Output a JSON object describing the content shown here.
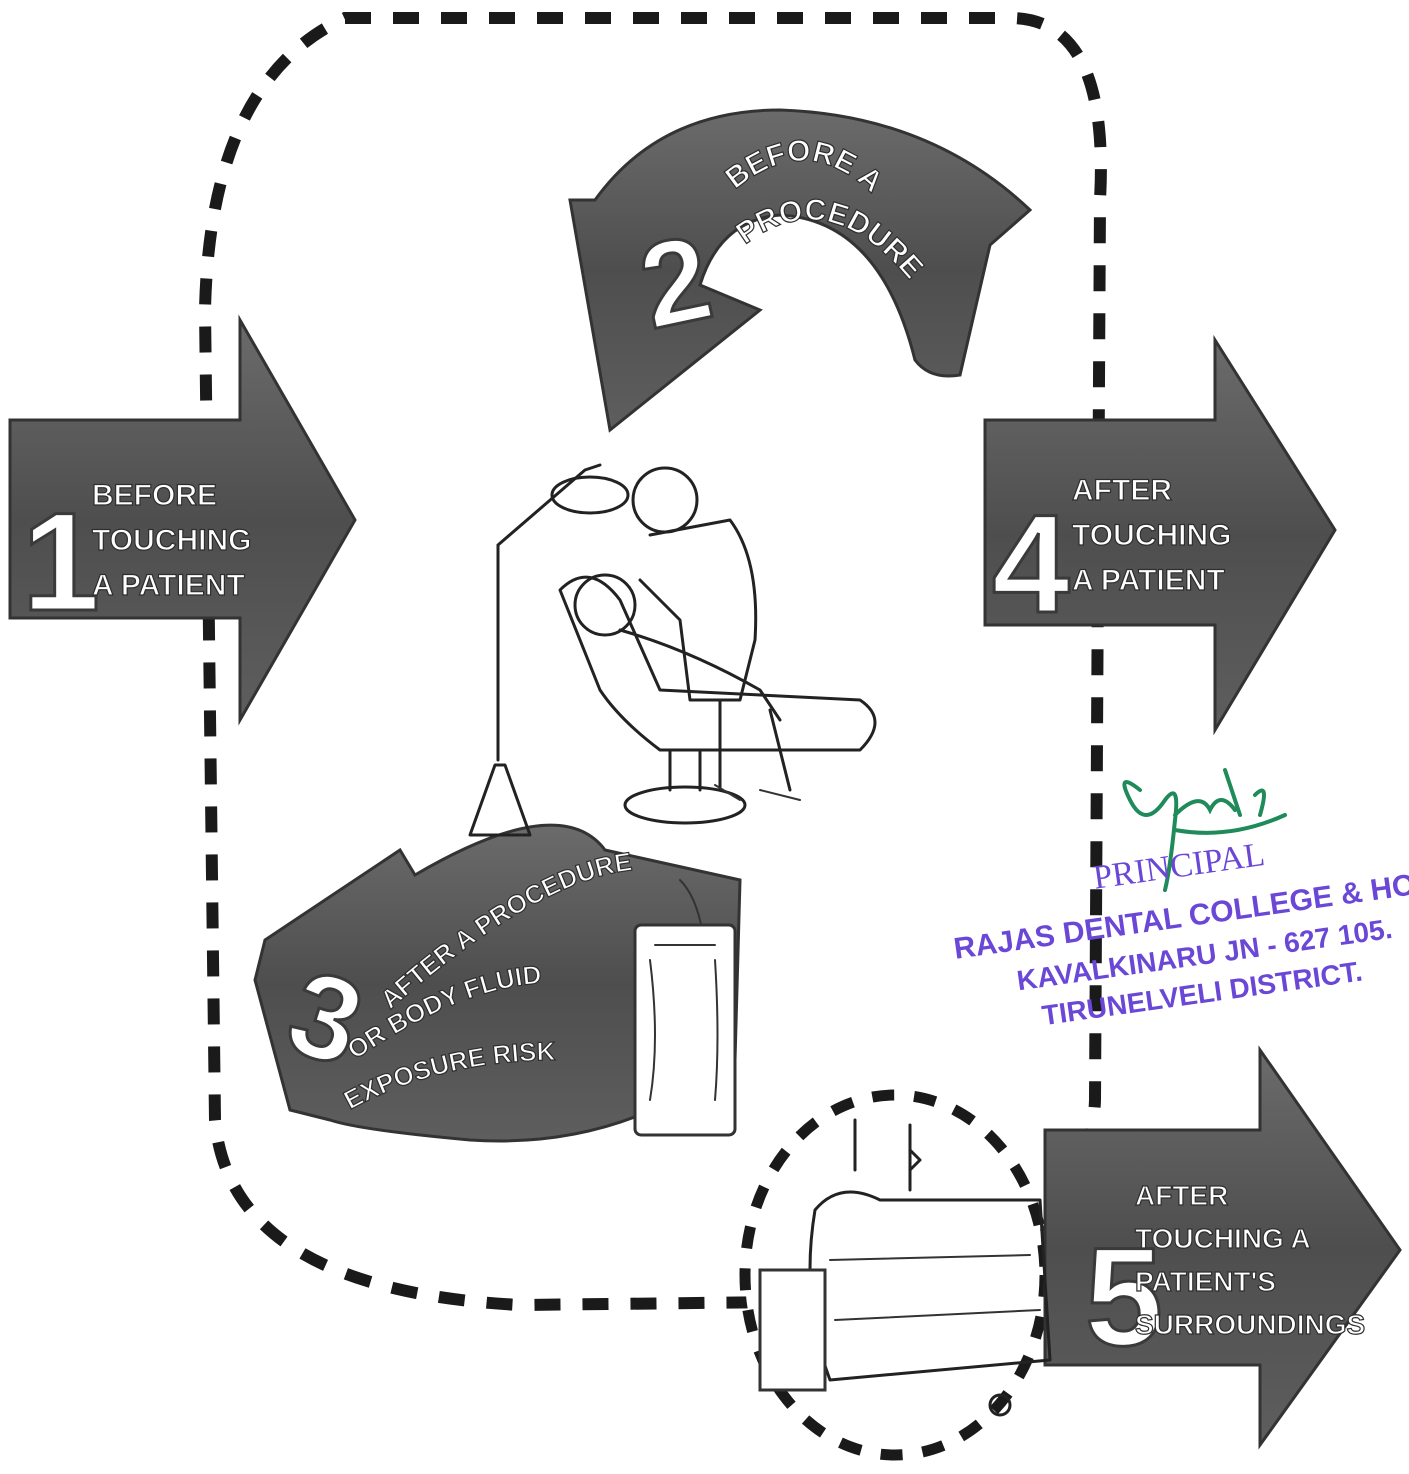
{
  "moments": [
    {
      "number": "1",
      "lines": [
        "BEFORE",
        "TOUCHING",
        "A PATIENT"
      ]
    },
    {
      "number": "2",
      "lines": [
        "BEFORE A",
        "PROCEDURE"
      ]
    },
    {
      "number": "3",
      "lines": [
        "AFTER A PROCEDURE",
        "OR BODY FLUID",
        "EXPOSURE RISK"
      ]
    },
    {
      "number": "4",
      "lines": [
        "AFTER",
        "TOUCHING",
        "A PATIENT"
      ]
    },
    {
      "number": "5",
      "lines": [
        "AFTER",
        "TOUCHING A",
        "PATIENT'S",
        "SURROUNDINGS"
      ]
    }
  ],
  "stamp": {
    "title": "PRINCIPAL",
    "line1": "RAJAS DENTAL COLLEGE & HOSPITAL",
    "line2": "KAVALKINARU JN - 627 105.",
    "line3": "TIRUNELVELI DISTRICT."
  },
  "colors": {
    "arrow_fill": "#5a5a5a",
    "arrow_dark": "#3c3c3c",
    "stamp_ink": "#6a47d6",
    "signature_ink": "#1f8a5a"
  }
}
